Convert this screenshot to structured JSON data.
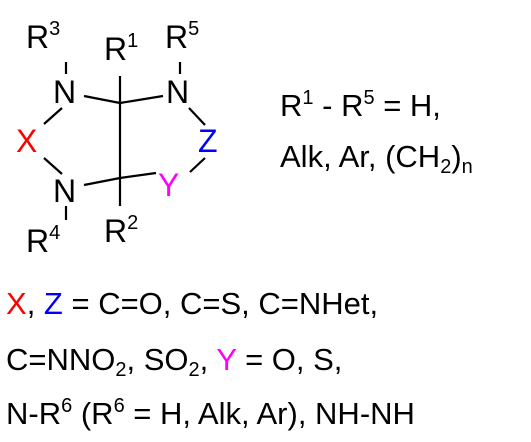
{
  "colors": {
    "X": "#ff0000",
    "Z": "#0000ff",
    "Y": "#ff00ff",
    "default": "#000000"
  },
  "atoms": {
    "X": "X",
    "Y": "Y",
    "Z": "Z",
    "N": "N",
    "R": "R"
  },
  "superscripts": {
    "r1": "1",
    "r2": "2",
    "r3": "3",
    "r4": "4",
    "r5": "5",
    "r6": "6",
    "sub2": "2",
    "n": "n"
  },
  "definitions": {
    "r_range_sep": " - ",
    "r_equals": " = H,",
    "line2": "Alk, Ar, (CH",
    "close": ")"
  },
  "legend": {
    "xz_sep": ", ",
    "xz_values": " = C=O, C=S, C=NHet,",
    "line2a": "C=NNO",
    "line2b": ", SO",
    "line2c": ", ",
    "y_values": " = O, S,",
    "line3a": "N-R",
    "line3b": " (R",
    "line3c": " = H, Alk, Ar), NH-NH"
  }
}
